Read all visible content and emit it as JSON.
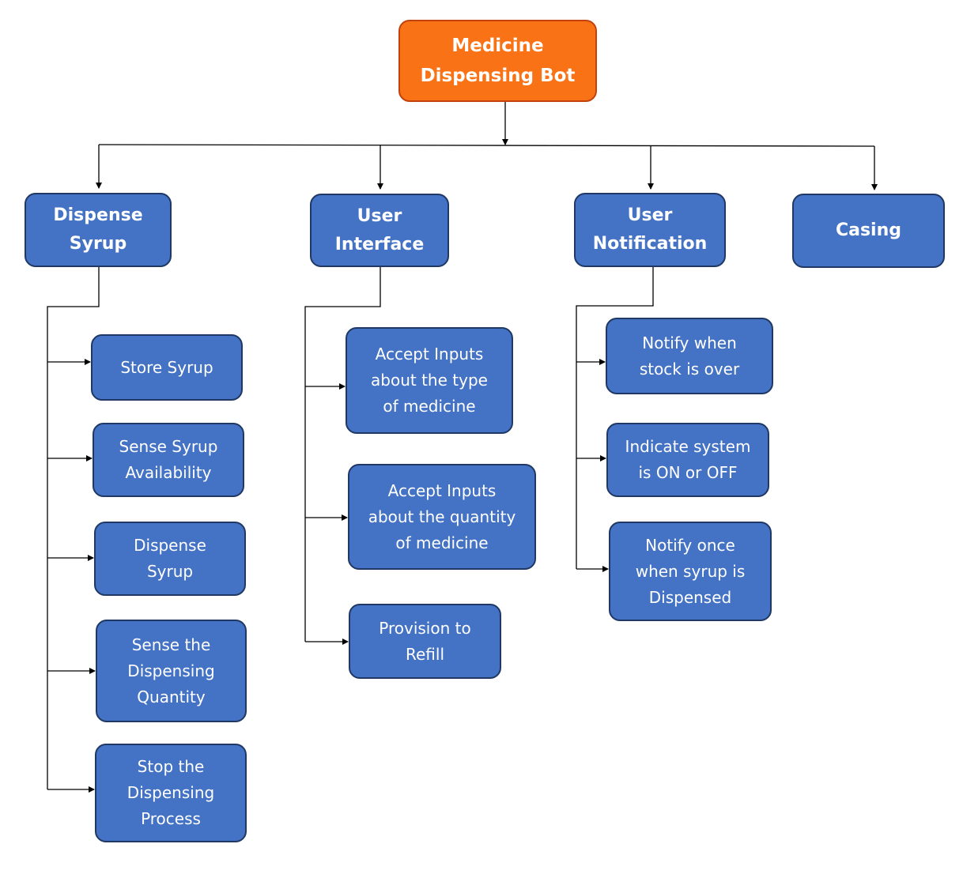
{
  "root": {
    "label": "Medicine\nDispensing Bot"
  },
  "categories": [
    {
      "label": "Dispense\nSyrup"
    },
    {
      "label": "User\nInterface"
    },
    {
      "label": "User\nNotification"
    },
    {
      "label": "Casing"
    }
  ],
  "dispense_syrup_items": [
    {
      "label": "Store Syrup"
    },
    {
      "label": "Sense Syrup\nAvailability"
    },
    {
      "label": "Dispense\nSyrup"
    },
    {
      "label": "Sense the\nDispensing\nQuantity"
    },
    {
      "label": "Stop the\nDispensing\nProcess"
    }
  ],
  "user_interface_items": [
    {
      "label": "Accept Inputs\nabout the type\nof medicine"
    },
    {
      "label": "Accept Inputs\nabout the quantity\nof medicine"
    },
    {
      "label": "Provision to\nRefill"
    }
  ],
  "user_notification_items": [
    {
      "label": "Notify when\nstock is over"
    },
    {
      "label": "Indicate system\nis ON or OFF"
    },
    {
      "label": "Notify once\nwhen syrup is\nDispensed"
    }
  ],
  "colors": {
    "root_fill": "#f97316",
    "node_fill": "#4472c4",
    "node_border": "#1f3864",
    "connector": "#000000"
  }
}
